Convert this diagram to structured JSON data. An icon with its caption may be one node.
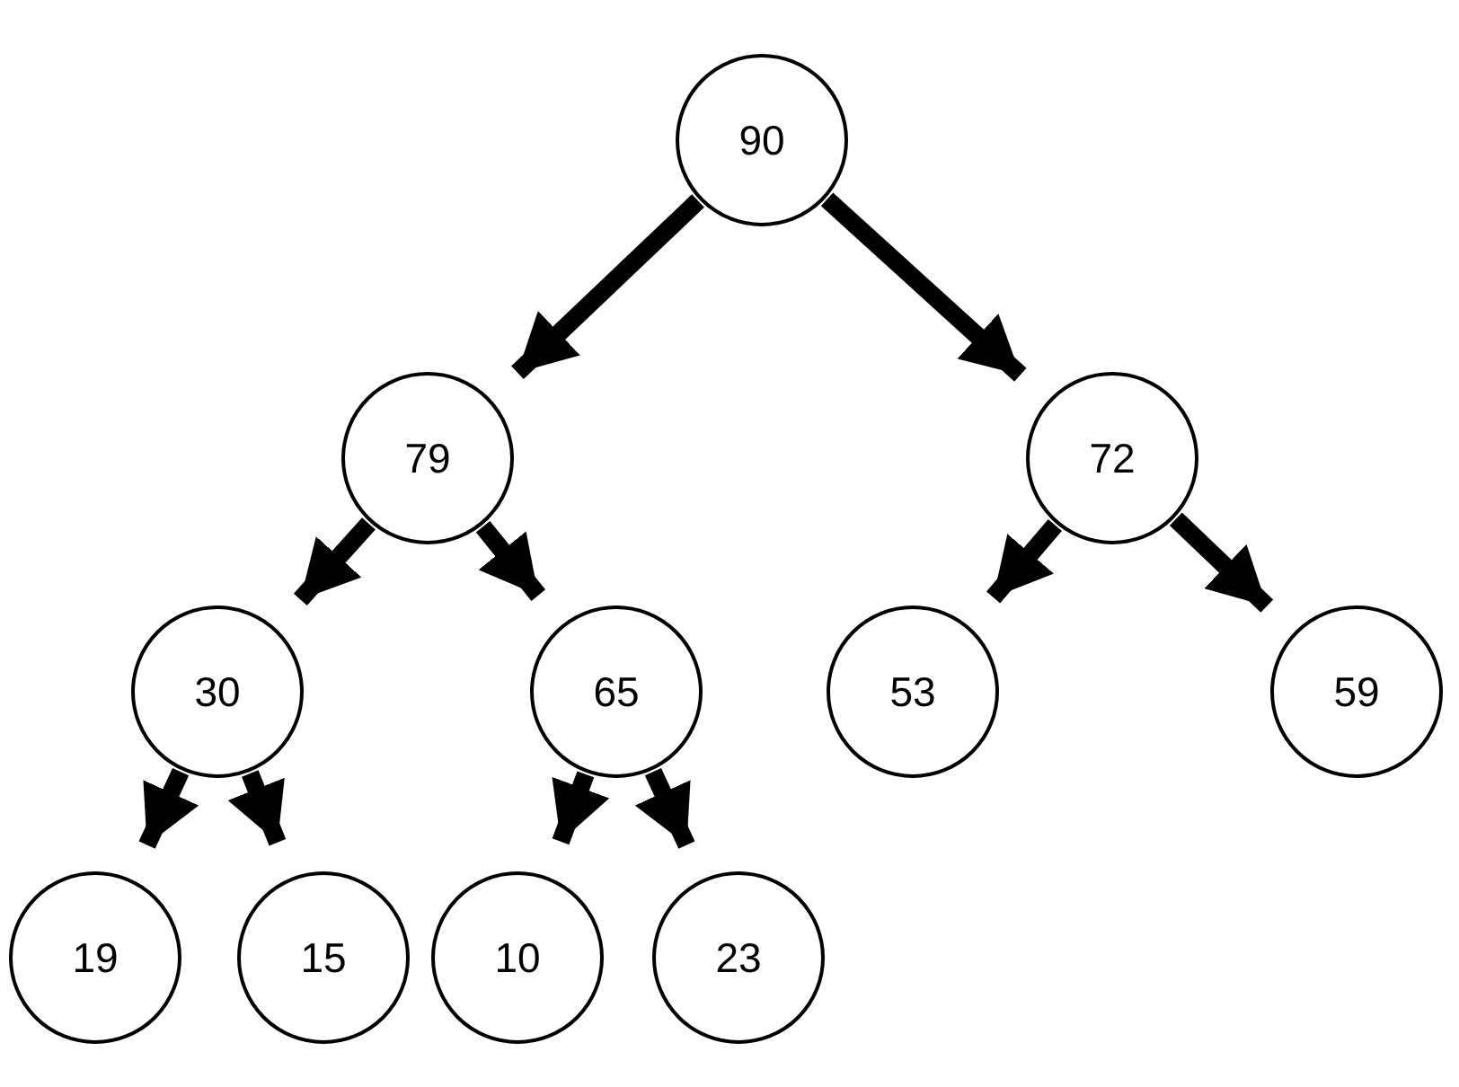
{
  "diagram": {
    "nodes": [
      {
        "text": [
          "90"
        ]
      },
      {
        "text": [
          "79"
        ]
      },
      {
        "text": [
          "72"
        ]
      },
      {
        "text": [
          "30"
        ]
      },
      {
        "text": [
          "65"
        ]
      },
      {
        "text": [
          "53"
        ]
      },
      {
        "text": [
          "59"
        ]
      },
      {
        "text": [
          "19"
        ]
      },
      {
        "text": [
          "15"
        ]
      },
      {
        "text": [
          "10"
        ]
      },
      {
        "text": [
          "23"
        ]
      }
    ],
    "edges": [
      {
        "from": 0,
        "to": 1,
        "arrow": "to"
      },
      {
        "from": 0,
        "to": 2,
        "arrow": "to"
      },
      {
        "from": 1,
        "to": 3,
        "arrow": "to"
      },
      {
        "from": 1,
        "to": 4,
        "arrow": "to"
      },
      {
        "from": 2,
        "to": 5,
        "arrow": "to"
      },
      {
        "from": 2,
        "to": 6,
        "arrow": "to"
      },
      {
        "from": 3,
        "to": 7,
        "arrow": "to"
      },
      {
        "from": 3,
        "to": 8,
        "arrow": "to"
      },
      {
        "from": 4,
        "to": 9,
        "arrow": "to"
      },
      {
        "from": 4,
        "to": 10,
        "arrow": "to"
      }
    ]
  }
}
